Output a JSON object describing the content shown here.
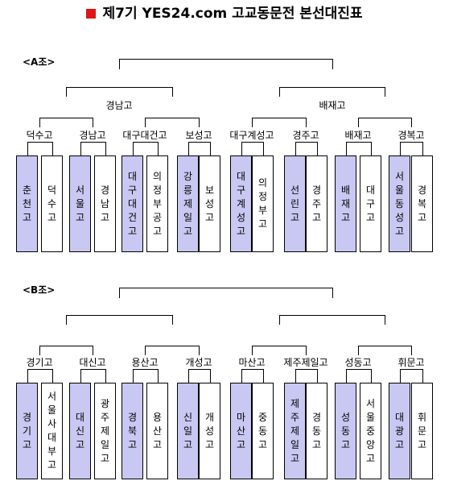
{
  "title": "제7기 YES24.com 고교동문전 본선대진표",
  "colors": {
    "winner_fill": "#c8c8f2",
    "title_square": "#e01414"
  },
  "groups": [
    {
      "label": "<A조>",
      "semifinal_winners": [
        "경남고",
        "배재고"
      ],
      "quarterfinal_winners": [
        "덕수고",
        "경남고",
        "대구대건고",
        "보성고",
        "대구계성고",
        "경주고",
        "배재고",
        "경복고"
      ],
      "teams": [
        {
          "name": "춘천고",
          "winner": true
        },
        {
          "name": "덕수고",
          "winner": false
        },
        {
          "name": "서울고",
          "winner": true
        },
        {
          "name": "경남고",
          "winner": false
        },
        {
          "name": "대구대건고",
          "winner": true
        },
        {
          "name": "의정부공고",
          "winner": false
        },
        {
          "name": "강릉제일고",
          "winner": true
        },
        {
          "name": "보성고",
          "winner": false
        },
        {
          "name": "대구계성고",
          "winner": true
        },
        {
          "name": "의정부고",
          "winner": false
        },
        {
          "name": "선린고",
          "winner": true
        },
        {
          "name": "경주고",
          "winner": false
        },
        {
          "name": "배재고",
          "winner": true
        },
        {
          "name": "대구고",
          "winner": false
        },
        {
          "name": "서울동성고",
          "winner": true
        },
        {
          "name": "경복고",
          "winner": false
        }
      ]
    },
    {
      "label": "<B조>",
      "semifinal_winners": [
        "",
        ""
      ],
      "quarterfinal_winners": [
        "경기고",
        "대신고",
        "용산고",
        "개성고",
        "마산고",
        "제주제일고",
        "성동고",
        "휘문고"
      ],
      "teams": [
        {
          "name": "경기고",
          "winner": true
        },
        {
          "name": "서울사대부고",
          "winner": false
        },
        {
          "name": "대신고",
          "winner": true
        },
        {
          "name": "광주제일고",
          "winner": false
        },
        {
          "name": "경북고",
          "winner": true
        },
        {
          "name": "용산고",
          "winner": false
        },
        {
          "name": "신일고",
          "winner": true
        },
        {
          "name": "개성고",
          "winner": false
        },
        {
          "name": "마산고",
          "winner": true
        },
        {
          "name": "중동고",
          "winner": false
        },
        {
          "name": "제주제일고",
          "winner": true
        },
        {
          "name": "경동고",
          "winner": false
        },
        {
          "name": "성동고",
          "winner": true
        },
        {
          "name": "서울중앙고",
          "winner": false
        },
        {
          "name": "대광고",
          "winner": true
        },
        {
          "name": "휘문고",
          "winner": false
        }
      ]
    }
  ]
}
